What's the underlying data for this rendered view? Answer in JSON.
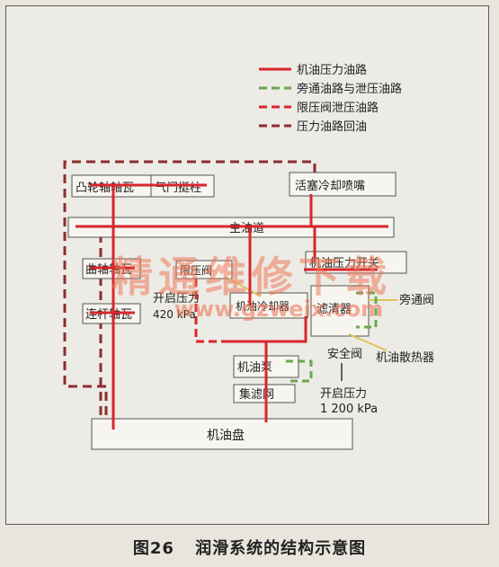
{
  "legend": [
    {
      "label": "机油压力油路",
      "color": "#d8262c",
      "dash": "solid"
    },
    {
      "label": "旁通油路与泄压油路",
      "color": "#6aa84f",
      "dash": "dashed"
    },
    {
      "label": "限压阀泄压油路",
      "color": "#d8262c",
      "dash": "dashed"
    },
    {
      "label": "压力油路回油",
      "color": "#8b2e2e",
      "dash": "dashed"
    }
  ],
  "components": {
    "camshaft": "凸轮轴轴瓦",
    "valve_lifter": "气门挺柱",
    "piston_spray": "活塞冷却喷嘴",
    "main_gallery": "主油道",
    "crank_bearing": "曲轴轴瓦",
    "conrod_bearing": "连杆轴瓦",
    "relief_valve": "限压阀",
    "open_pressure_1": "开启压力",
    "open_pressure_1_value": "420 kPa",
    "oil_pressure_switch": "机油压力开关",
    "bypass_valve": "旁通阀",
    "oil_cooler_small": "机油冷却器",
    "oil_filter": "滤清器",
    "safety_valve": "安全阀",
    "oil_radiator": "机油散热器",
    "oil_pump": "机油泵",
    "strainer": "集滤网",
    "open_pressure_2": "开启压力",
    "open_pressure_2_value": "1 200 kPa",
    "oil_pan": "机油盘"
  },
  "caption": {
    "number": "图26",
    "title": "润滑系统的结构示意图"
  },
  "watermark": {
    "text": "精通维修下载",
    "url": "www.gzweix.com"
  }
}
